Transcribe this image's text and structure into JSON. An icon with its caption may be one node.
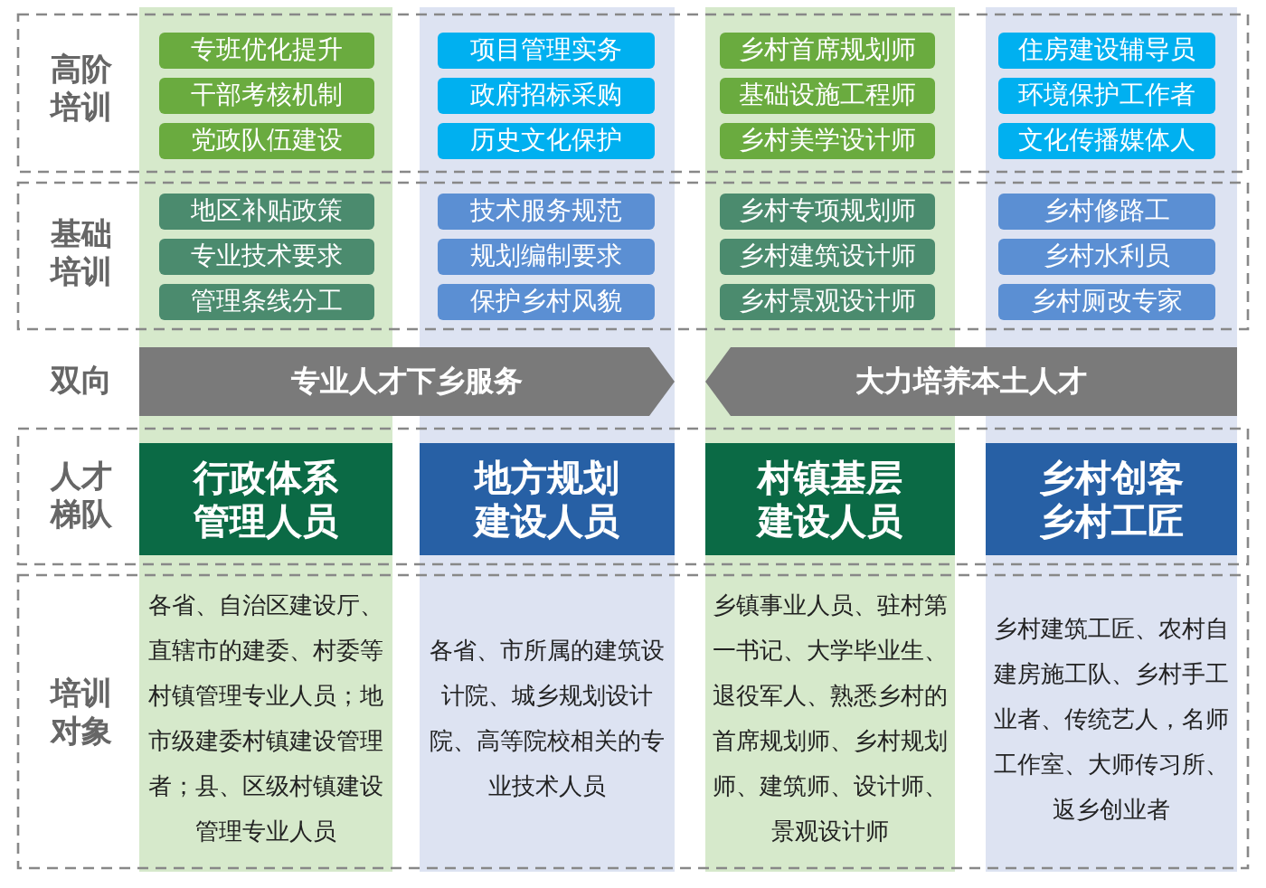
{
  "diagram": {
    "nodes": [
      {
        "text": [
          "专班优化提升"
        ]
      },
      {
        "text": [
          "项目管理实务"
        ]
      },
      {
        "text": [
          "乡村首席规划师"
        ]
      },
      {
        "text": [
          "住房建设辅导员"
        ]
      },
      {
        "text": [
          "干部考核机制"
        ]
      },
      {
        "text": [
          "政府招标采购"
        ]
      },
      {
        "text": [
          "基础设施工程师"
        ]
      },
      {
        "text": [
          "环境保护工作者"
        ]
      },
      {
        "text": [
          "党政队伍建设"
        ]
      },
      {
        "text": [
          "历史文化保护"
        ]
      },
      {
        "text": [
          "乡村美学设计师"
        ]
      },
      {
        "text": [
          "文化传播媒体人"
        ]
      },
      {
        "text": [
          "地区补贴政策"
        ]
      },
      {
        "text": [
          "技术服务规范"
        ]
      },
      {
        "text": [
          "乡村专项规划师"
        ]
      },
      {
        "text": [
          "乡村修路工"
        ]
      },
      {
        "text": [
          "专业技术要求"
        ]
      },
      {
        "text": [
          "规划编制要求"
        ]
      },
      {
        "text": [
          "乡村建筑设计师"
        ]
      },
      {
        "text": [
          "乡村水利员"
        ]
      },
      {
        "text": [
          "管理条线分工"
        ]
      },
      {
        "text": [
          "保护乡村风貌"
        ]
      },
      {
        "text": [
          "乡村景观设计师"
        ]
      },
      {
        "text": [
          "乡村厕改专家"
        ]
      },
      {
        "text": [
          "专业人才下乡服务"
        ]
      },
      {
        "text": [
          "大力培养本土人才"
        ]
      },
      {
        "text": [
          "行政体系管理人员"
        ]
      },
      {
        "text": [
          "地方规划建设人员"
        ]
      },
      {
        "text": [
          "村镇基层建设人员"
        ]
      },
      {
        "text": [
          "乡村创客乡村工匠"
        ]
      },
      {
        "text": [
          "各省、自治区建设厅、直辖市的建委、村委等村镇管理专业人员；地市级建委村镇建设管理者；县、区级村镇建设管理专业人员"
        ]
      },
      {
        "text": [
          "各省、市所属的建筑设计院、城乡规划设计院、高等院校相关的专业技术人员"
        ]
      },
      {
        "text": [
          "乡镇事业人员、驻村第一书记、大学毕业生、退役军人、熟悉乡村的首席规划师、乡村规划师、建筑师、设计师、景观设计师"
        ]
      },
      {
        "text": [
          "乡村建筑工匠、农村自建房施工队、乡村手工业者、传统艺人，名师工作室、大师传习所、返乡创业者"
        ]
      }
    ],
    "labels": [
      "高阶培训",
      "基础培训",
      "双向",
      "人才梯队",
      "培训对象"
    ]
  }
}
